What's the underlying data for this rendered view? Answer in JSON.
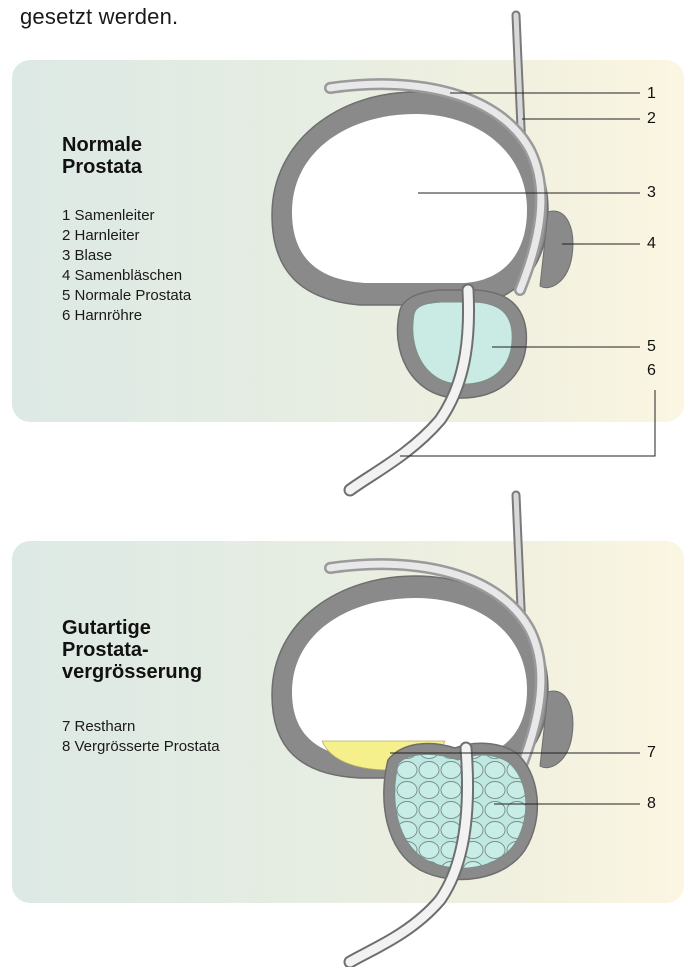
{
  "intro_text": "gesetzt werden.",
  "colors": {
    "tissue": "#808080",
    "tissue_dark": "#6e6e6e",
    "normal_prostata": "#c9ebe3",
    "enlarged_prostata": "#bfe8e2",
    "restharn": "#f5ef8c",
    "tube": "#f2f2f2"
  },
  "panel_top": {
    "title_line1": "Normale",
    "title_line2": "Prostata",
    "legend": [
      "1 Samenleiter",
      "2 Harnleiter",
      "3 Blase",
      "4 Samenbläschen",
      "5 Normale Prostata",
      "6 Harnröhre"
    ],
    "callouts": [
      "1",
      "2",
      "3",
      "4",
      "5",
      "6"
    ]
  },
  "panel_bottom": {
    "title_line1": "Gutartige",
    "title_line2": "Prostata-",
    "title_line3": "vergrösserung",
    "legend": [
      "7 Restharn",
      "8 Vergrösserte Prostata"
    ],
    "callouts": [
      "7",
      "8"
    ]
  }
}
